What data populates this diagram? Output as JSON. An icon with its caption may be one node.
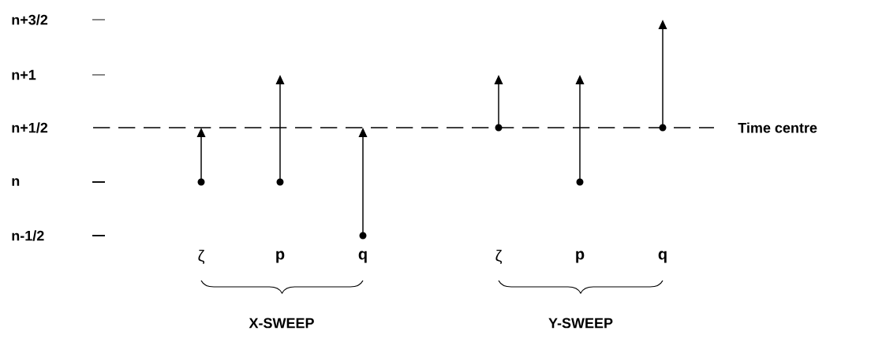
{
  "diagram": {
    "labels": [
      "n+3/2",
      "n+1",
      "n+1/2",
      "Time centre",
      "n",
      "n-1/2",
      "ζ",
      "p",
      "q",
      "ζ",
      "p",
      "q",
      "X-SWEEP",
      "Y-SWEEP"
    ]
  }
}
